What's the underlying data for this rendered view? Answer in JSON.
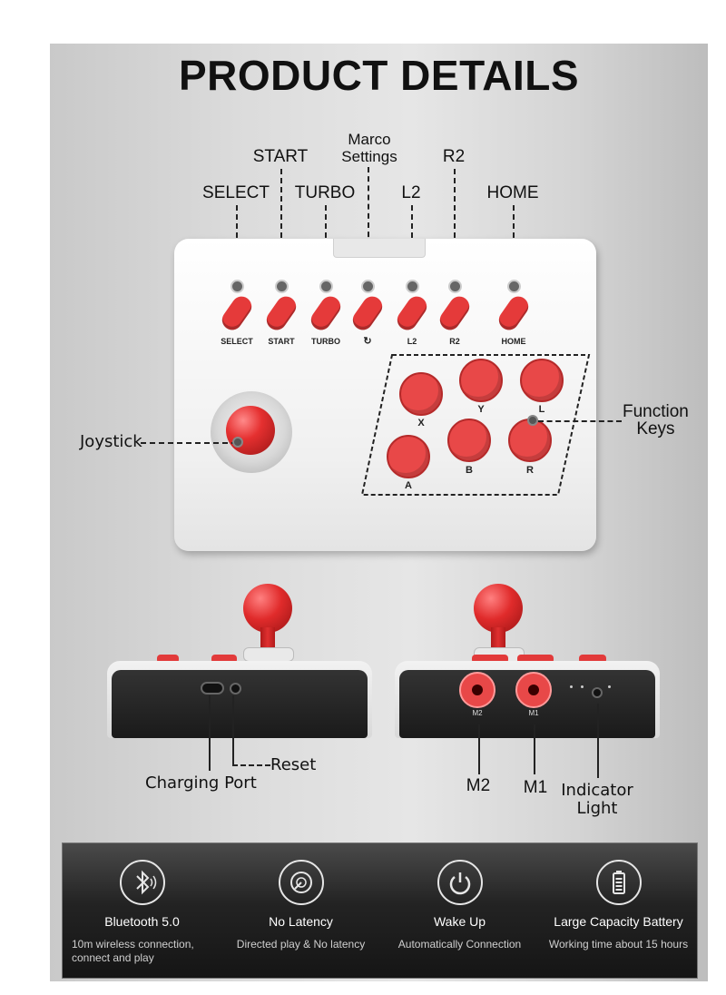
{
  "title": "PRODUCT DETAILS",
  "callouts": {
    "select": "SELECT",
    "start": "START",
    "turbo": "TURBO",
    "macro_line1": "Marco",
    "macro_line2": "Settings",
    "l2": "L2",
    "r2": "R2",
    "home": "HOME",
    "joystick": "Joystick",
    "function_line1": "Function",
    "function_line2": "Keys",
    "charging_port": "Charging Port",
    "reset": "Reset",
    "m2": "M2",
    "m1": "M1",
    "indicator_line1": "Indicator",
    "indicator_line2": "Light"
  },
  "top_buttons": [
    {
      "label": "SELECT"
    },
    {
      "label": "START"
    },
    {
      "label": "TURBO"
    },
    {
      "label": "↻"
    },
    {
      "label": "L2"
    },
    {
      "label": "R2"
    },
    {
      "label": "HOME"
    }
  ],
  "action_buttons": [
    "X",
    "Y",
    "L",
    "A",
    "B",
    "R"
  ],
  "back_buttons": {
    "m2": "M2",
    "m1": "M1"
  },
  "features": [
    {
      "icon": "bluetooth-icon",
      "title": "Bluetooth 5.0",
      "desc": "10m wireless connection, connect and play"
    },
    {
      "icon": "latency-icon",
      "title": "No Latency",
      "desc": "Directed play & No latency"
    },
    {
      "icon": "power-icon",
      "title": "Wake Up",
      "desc": "Automatically Connection"
    },
    {
      "icon": "battery-icon",
      "title": "Large Capacity Battery",
      "desc": "Working time about 15 hours"
    }
  ],
  "colors": {
    "accent_red": "#e53a3a",
    "console_white": "#f2f2f2",
    "bar_dark": "#1f1f1f"
  }
}
